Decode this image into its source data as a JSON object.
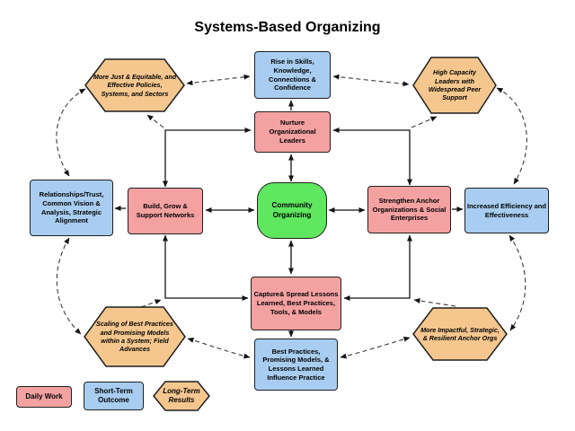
{
  "title": "Systems-Based Organizing",
  "nodes": {
    "rise_skills": {
      "label": "Rise in Skills, Knowledge, Connections & Confidence",
      "type": "short-term-outcome"
    },
    "nurture_leaders": {
      "label": "Nurture Organizational Leaders",
      "type": "daily-work"
    },
    "community_organizing": {
      "label": "Community Organizing",
      "type": "core"
    },
    "build_networks": {
      "label": "Build, Grow & Support Networks",
      "type": "daily-work"
    },
    "relationships_trust": {
      "label": "Relationships/Trust, Common Vision & Analysis, Strategic Alignment",
      "type": "short-term-outcome"
    },
    "strengthen_anchor": {
      "label": "Strengthen Anchor Organizations & Social Enterprises",
      "type": "daily-work"
    },
    "increased_efficiency": {
      "label": "Increased Efficiency and Effectiveness",
      "type": "short-term-outcome"
    },
    "capture_spread": {
      "label": "Capture& Spread Lessons Learned, Best Practices, Tools, & Models",
      "type": "daily-work"
    },
    "best_practices_influence": {
      "label": "Best Practices, Promising Models, & Lessons Learned Influence Practice",
      "type": "short-term-outcome"
    },
    "more_just": {
      "label": "More Just & Equitable, and Effective Policies, Systems, and Sectors",
      "type": "long-term-results"
    },
    "high_capacity": {
      "label": "High Capacity Leaders with Widespread Peer Support",
      "type": "long-term-results"
    },
    "scaling_best": {
      "label": "Scaling of Best Practices and Promising Models within a System; Field Advances",
      "type": "long-term-results"
    },
    "more_impactful": {
      "label": "More Impactful, Strategic, & Resilient Anchor Orgs",
      "type": "long-term-results"
    }
  },
  "legend": {
    "daily_work": "Daily Work",
    "short_term": "Short-Term Outcome",
    "long_term": "Long-Term Results"
  },
  "colors": {
    "daily_work": "#F4A1A1",
    "short_term_outcome": "#A8CDF0",
    "core": "#5FE75F",
    "long_term_results": "#F5C78F",
    "border": "#1f1f1f",
    "solid_line": "#141414",
    "dashed_line": "#3a3a3a"
  },
  "edges": [
    {
      "from": "build_networks",
      "to": "nurture_leaders",
      "style": "solid",
      "bidirectional": true
    },
    {
      "from": "strengthen_anchor",
      "to": "nurture_leaders",
      "style": "solid",
      "bidirectional": true
    },
    {
      "from": "build_networks",
      "to": "capture_spread",
      "style": "solid",
      "bidirectional": true
    },
    {
      "from": "strengthen_anchor",
      "to": "capture_spread",
      "style": "solid",
      "bidirectional": true
    },
    {
      "from": "community_organizing",
      "to": "nurture_leaders",
      "style": "solid",
      "bidirectional": true
    },
    {
      "from": "community_organizing",
      "to": "build_networks",
      "style": "solid",
      "bidirectional": true
    },
    {
      "from": "community_organizing",
      "to": "strengthen_anchor",
      "style": "solid",
      "bidirectional": true
    },
    {
      "from": "community_organizing",
      "to": "capture_spread",
      "style": "solid",
      "bidirectional": true
    },
    {
      "from": "nurture_leaders",
      "to": "rise_skills",
      "style": "solid",
      "bidirectional": false
    },
    {
      "from": "build_networks",
      "to": "relationships_trust",
      "style": "solid",
      "bidirectional": false
    },
    {
      "from": "strengthen_anchor",
      "to": "increased_efficiency",
      "style": "solid",
      "bidirectional": false
    },
    {
      "from": "capture_spread",
      "to": "best_practices_influence",
      "style": "solid",
      "bidirectional": false
    },
    {
      "from": "more_just",
      "to": "rise_skills",
      "style": "dashed",
      "bidirectional": true
    },
    {
      "from": "rise_skills",
      "to": "high_capacity",
      "style": "dashed",
      "bidirectional": true
    },
    {
      "from": "more_just",
      "to": "relationships_trust",
      "style": "dashed",
      "bidirectional": true
    },
    {
      "from": "high_capacity",
      "to": "increased_efficiency",
      "style": "dashed",
      "bidirectional": true
    },
    {
      "from": "relationships_trust",
      "to": "scaling_best",
      "style": "dashed",
      "bidirectional": true
    },
    {
      "from": "increased_efficiency",
      "to": "more_impactful",
      "style": "dashed",
      "bidirectional": true
    },
    {
      "from": "scaling_best",
      "to": "best_practices_influence",
      "style": "dashed",
      "bidirectional": true
    },
    {
      "from": "best_practices_influence",
      "to": "more_impactful",
      "style": "dashed",
      "bidirectional": true
    },
    {
      "from": "ring_corner_top_left",
      "to": "more_just",
      "style": "dashed",
      "bidirectional": false
    },
    {
      "from": "ring_corner_top_right",
      "to": "high_capacity",
      "style": "dashed",
      "bidirectional": false
    },
    {
      "from": "scaling_best",
      "to": "ring_corner_bottom_left",
      "style": "dashed",
      "bidirectional": false
    },
    {
      "from": "more_impactful",
      "to": "ring_corner_bottom_right",
      "style": "dashed",
      "bidirectional": false
    }
  ]
}
